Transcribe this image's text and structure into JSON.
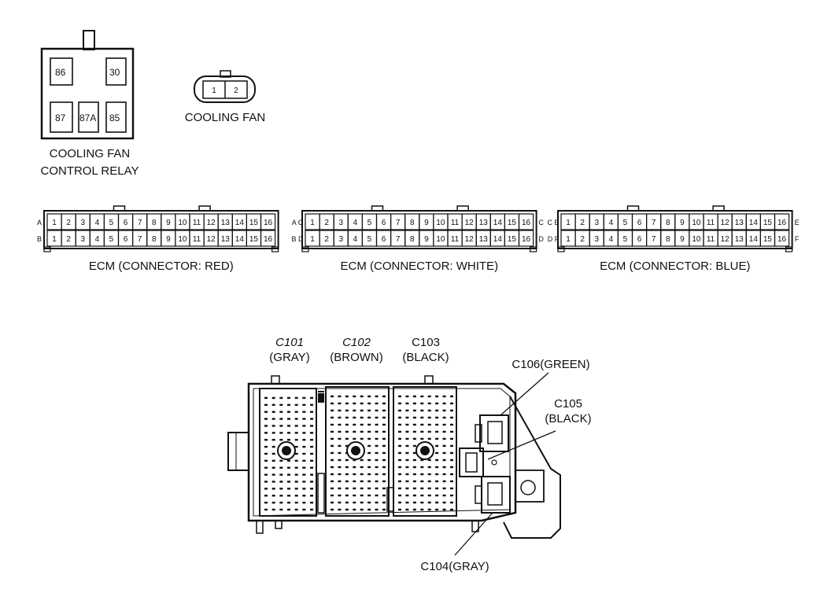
{
  "relay": {
    "title_line1": "COOLING FAN",
    "title_line2": "CONTROL RELAY",
    "terminals": [
      "86",
      "30",
      "87",
      "87A",
      "85"
    ]
  },
  "fan": {
    "title": "COOLING FAN",
    "pins": [
      "1",
      "2"
    ]
  },
  "ecm": {
    "pins": [
      "1",
      "2",
      "3",
      "4",
      "5",
      "6",
      "7",
      "8",
      "9",
      "10",
      "11",
      "12",
      "13",
      "14",
      "15",
      "16"
    ],
    "connectors": [
      {
        "label": "ECM (CONNECTOR: RED)",
        "top_left": "A",
        "bottom_left": "B",
        "top_right": "",
        "bottom_right": ""
      },
      {
        "label": "ECM (CONNECTOR: WHITE)",
        "top_left": "A C",
        "bottom_left": "B D",
        "top_right": "C",
        "bottom_right": "D"
      },
      {
        "label": "ECM (CONNECTOR: BLUE)",
        "top_left": "C E",
        "bottom_left": "D F",
        "top_right": "E",
        "bottom_right": "F"
      }
    ]
  },
  "ecm_block": {
    "c101": {
      "id": "C101",
      "color": "(GRAY)"
    },
    "c102": {
      "id": "C102",
      "color": "(BROWN)"
    },
    "c103": {
      "id": "C103",
      "color": "(BLACK)"
    },
    "c106": "C106(GREEN)",
    "c105": {
      "id": "C105",
      "color": "(BLACK)"
    },
    "c104": "C104(GRAY)"
  }
}
